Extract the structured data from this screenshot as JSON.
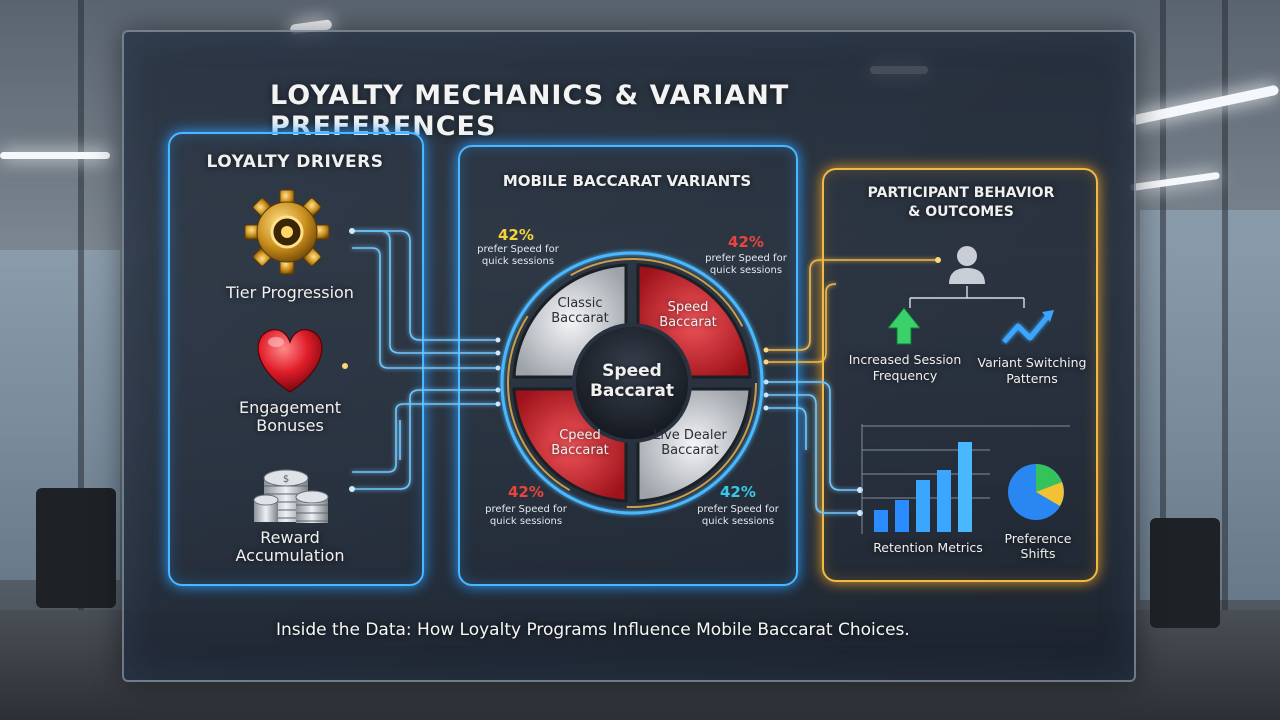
{
  "title": "LOYALTY MECHANICS & VARIANT PREFERENCES",
  "footer": "Inside the Data: How Loyalty Programs Influence Mobile Baccarat Choices.",
  "drivers": {
    "heading": "LOYALTY DRIVERS",
    "items": [
      {
        "label": "Tier Progression",
        "icon": "gear-icon"
      },
      {
        "label_line1": "Engagement",
        "label_line2": "Bonuses",
        "icon": "heart-icon"
      },
      {
        "label_line1": "Reward",
        "label_line2": "Accumulation",
        "icon": "coin-stack-icon"
      }
    ]
  },
  "variants": {
    "heading": "MOBILE BACCARAT VARIANTS",
    "center": {
      "line1": "Speed",
      "line2": "Baccarat"
    },
    "segments": [
      {
        "line1": "Classic",
        "line2": "Baccarat",
        "color": "#c9ccd1"
      },
      {
        "line1": "Speed",
        "line2": "Baccarat",
        "color": "#c8242c"
      },
      {
        "line1": "Cpeed",
        "line2": "Baccarat",
        "color": "#c8242c"
      },
      {
        "line1": "Live Dealer",
        "line2": "Baccarat",
        "color": "#c9ccd1"
      }
    ],
    "callouts": [
      {
        "value": "42%",
        "note_line1": "prefer Speed for",
        "note_line2": "quick sessions",
        "color": "#f3d23a"
      },
      {
        "value": "42%",
        "note_line1": "prefer Speed for",
        "note_line2": "quick sessions",
        "color": "#e8453c"
      },
      {
        "value": "42%",
        "note_line1": "prefer Speed for",
        "note_line2": "quick sessions",
        "color": "#e8453c"
      },
      {
        "value": "42%",
        "note_line1": "prefer Speed for",
        "note_line2": "quick sessions",
        "color": "#39c8e8"
      }
    ]
  },
  "outcomes": {
    "heading_line1": "PARTICIPANT BEHAVIOR",
    "heading_line2": "& OUTCOMES",
    "items": [
      {
        "line1": "Increased Session",
        "line2": "Frequency",
        "icon": "arrow-up-icon"
      },
      {
        "line1": "Variant Switching",
        "line2": "Patterns",
        "icon": "zigzag-icon"
      },
      {
        "line1": "Retention Metrics",
        "icon": "bar-chart-icon"
      },
      {
        "line1": "Preference",
        "line2": "Shifts",
        "icon": "pie-chart-icon"
      }
    ]
  },
  "colors": {
    "accent_blue": "#4ab8ff",
    "accent_gold": "#f0b94a",
    "red": "#c8242c"
  }
}
